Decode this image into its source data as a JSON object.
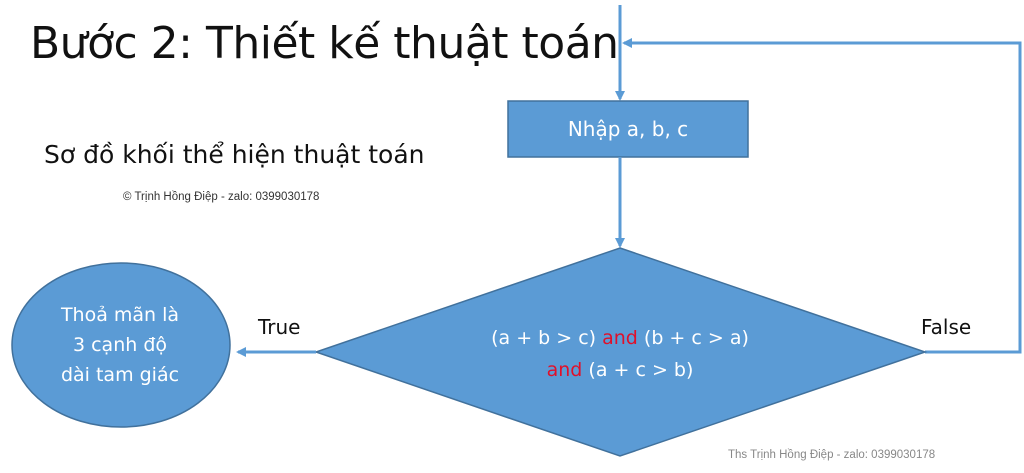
{
  "title": "Bước 2: Thiết kế thuật toán",
  "subtitle": "Sơ đồ khối thể hiện thuật toán",
  "copyright": "© Trịnh Hồng Điệp - zalo: 0399030178",
  "watermark": "Ths Trịnh Hồng Điệp - zalo: 0399030178",
  "flowchart": {
    "input_step": "Nhập a, b, c",
    "decision": {
      "line1_a": "(a + b > c)",
      "line1_and": "and",
      "line1_b": "(b + c > a)",
      "line2_and": "and",
      "line2_b": "(a + c > b)"
    },
    "result": {
      "line1": "Thoả mãn là",
      "line2": "3 cạnh độ",
      "line3": "dài tam giác"
    },
    "true_label": "True",
    "false_label": "False"
  },
  "colors": {
    "shape_fill": "#5b9bd5",
    "shape_border": "#41719c",
    "arrow": "#5b9bd5",
    "keyword": "#e0102a"
  }
}
